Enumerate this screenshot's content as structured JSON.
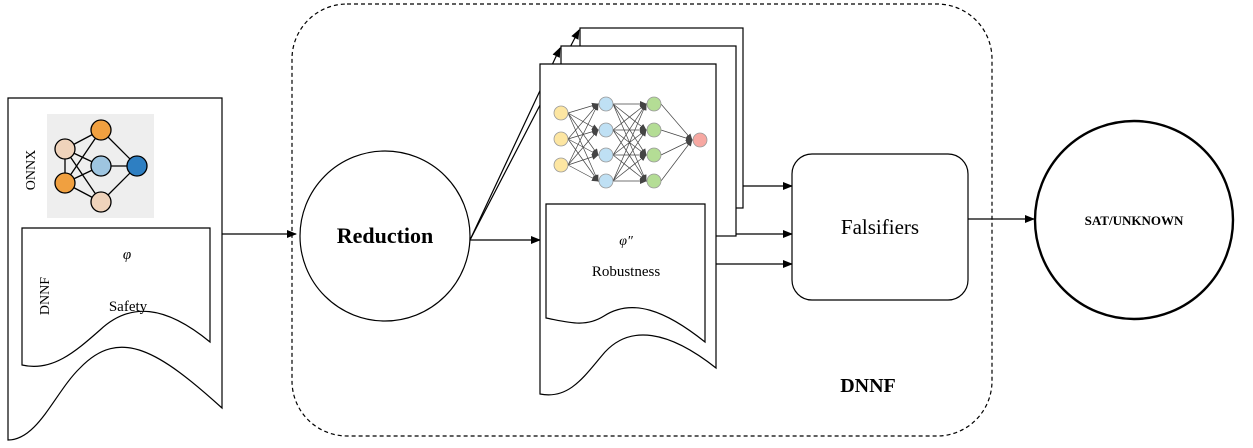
{
  "input_doc": {
    "onnx_label": "ONNX",
    "dnnf_label": "DNNF",
    "phi_label": "φ",
    "property_label": "Safety"
  },
  "reduction": {
    "label": "Reduction"
  },
  "reduced_doc": {
    "phi_label": "φ″",
    "property_label": "Robustness"
  },
  "falsifiers": {
    "label": "Falsifiers"
  },
  "result": {
    "label": "SAT/UNKNOWN"
  },
  "dnnf_group": {
    "label": "DNNF"
  },
  "colors": {
    "orange_node": "#f0a040",
    "tan_node": "#efd3bb",
    "blue_node": "#9ec5e0",
    "dark_blue_node": "#2e7fc2",
    "mlp_yellow": "#fde6a2",
    "mlp_blue": "#bfe0f4",
    "mlp_green": "#b4dd95",
    "mlp_red": "#f7a8a2"
  }
}
